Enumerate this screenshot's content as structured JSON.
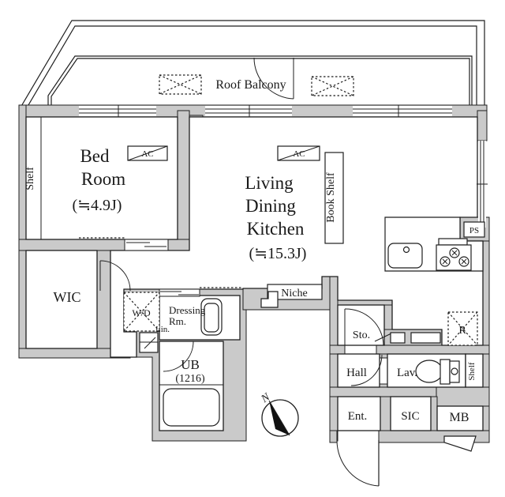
{
  "plan": {
    "balcony": {
      "label": "Roof Balcony"
    },
    "bedroom": {
      "l1": "Bed",
      "l2": "Room",
      "size": "(≒4.9J)",
      "shelf": "Shelf",
      "ac": "AC"
    },
    "ldk": {
      "l1": "Living",
      "l2": "Dining",
      "l3": "Kitchen",
      "size": "(≒15.3J)",
      "ac": "AC",
      "bookshelf": "Book Shelf",
      "niche": "Niche",
      "ps": "PS",
      "fridge": "R"
    },
    "wic": {
      "label": "WIC"
    },
    "dressing": {
      "l1": "Dressing",
      "l2": "Rm.",
      "wd": "W/D",
      "lin": "Lin."
    },
    "bath": {
      "l1": "UB",
      "l2": "(1216)"
    },
    "storage": {
      "label": "Sto."
    },
    "hall": {
      "label": "Hall"
    },
    "lavatory": {
      "label": "Lav.",
      "shelf": "Shelf"
    },
    "entrance": {
      "label": "Ent."
    },
    "sic": {
      "label": "SIC"
    },
    "mb": {
      "label": "MB"
    },
    "compass": {
      "north": "N"
    },
    "colors": {
      "wall": "#cacaca",
      "line": "#1f1f1f"
    }
  }
}
